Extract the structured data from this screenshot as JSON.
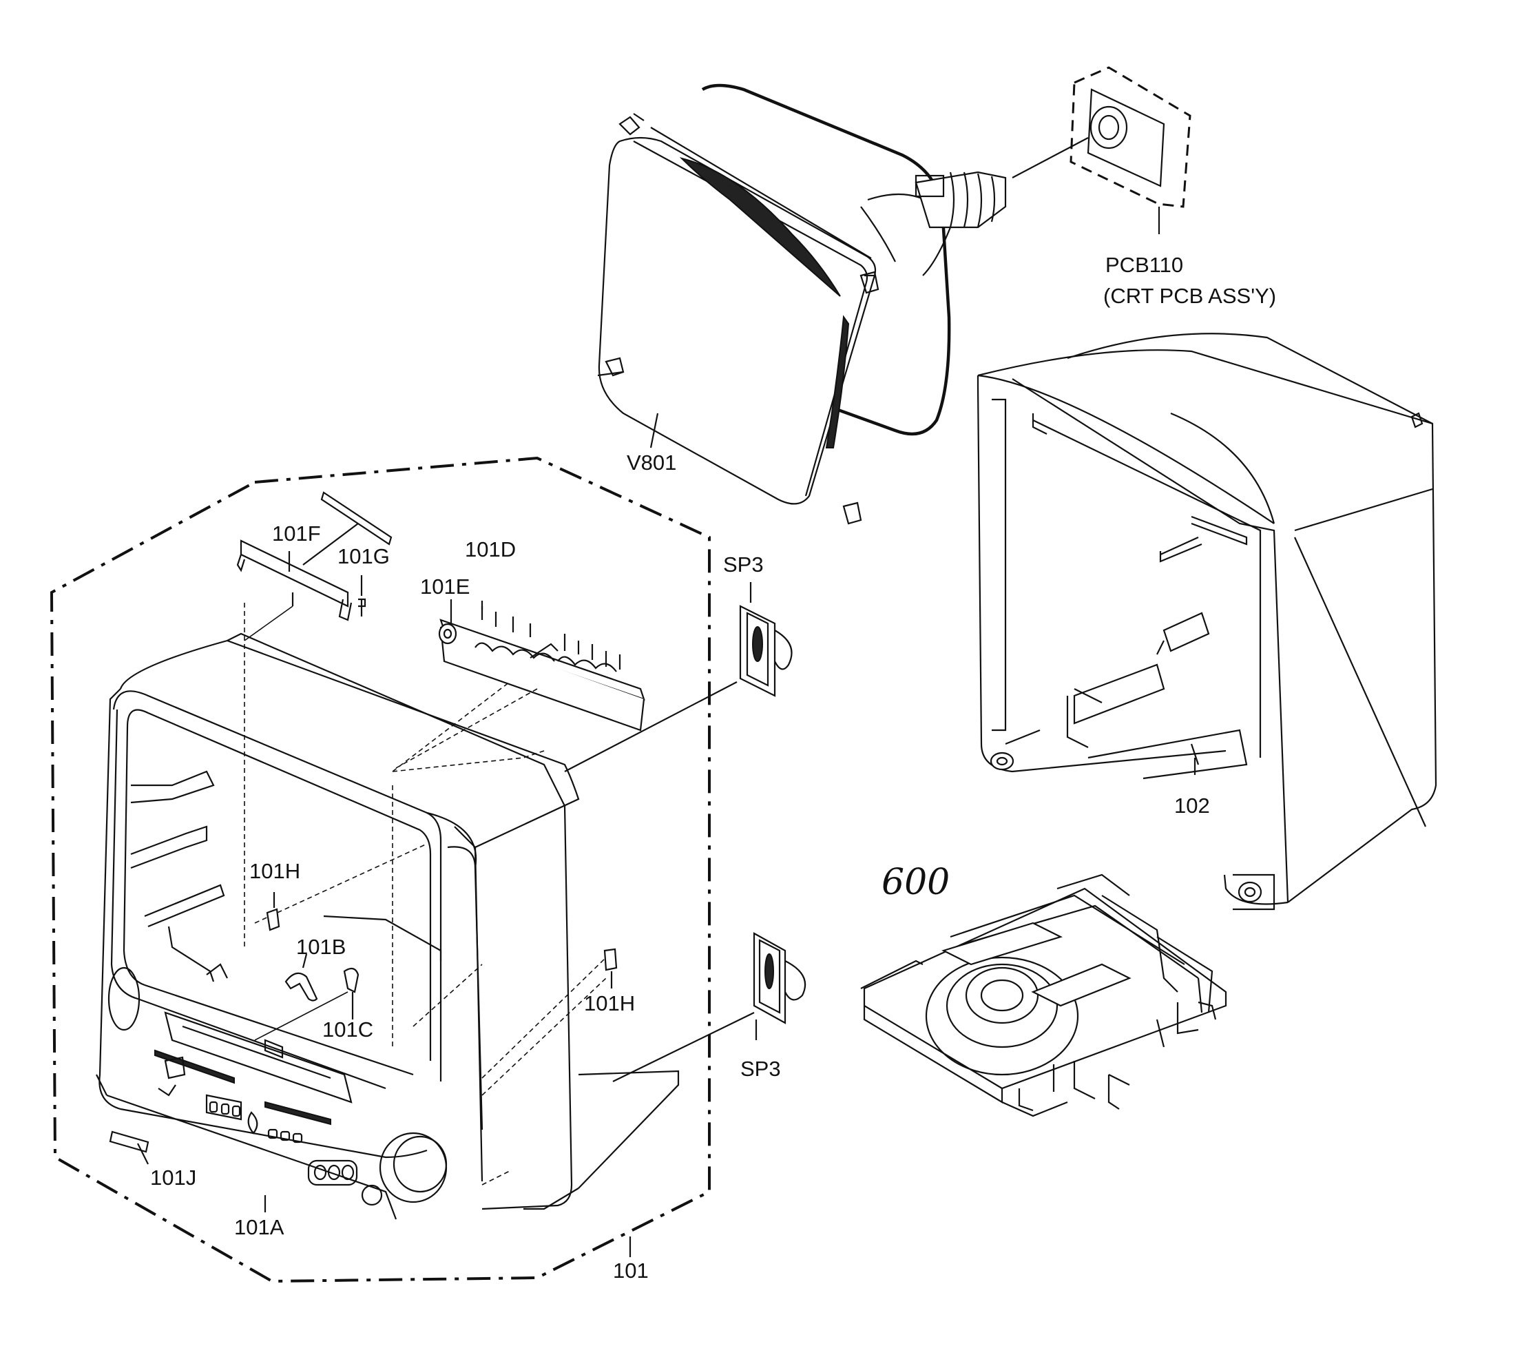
{
  "labels": {
    "pcb110_line1": "PCB110",
    "pcb110_line2": "(CRT PCB ASS'Y)",
    "v801": "V801",
    "l101f": "101F",
    "l101g": "101G",
    "l101d": "101D",
    "l101e": "101E",
    "sp3_top": "SP3",
    "sp3_bottom": "SP3",
    "l102": "102",
    "l101h_left": "101H",
    "l101h_right": "101H",
    "l101b": "101B",
    "l101c": "101C",
    "l101j": "101J",
    "l101a": "101A",
    "l101": "101",
    "l600": "600"
  },
  "icons": {
    "crt": "crt-tube-icon",
    "pcb": "crt-pcb-icon",
    "cabinet_back": "rear-cabinet-icon",
    "front_cabinet": "front-cabinet-icon",
    "speaker": "speaker-icon",
    "dvd_loader": "dvd-loader-icon"
  }
}
